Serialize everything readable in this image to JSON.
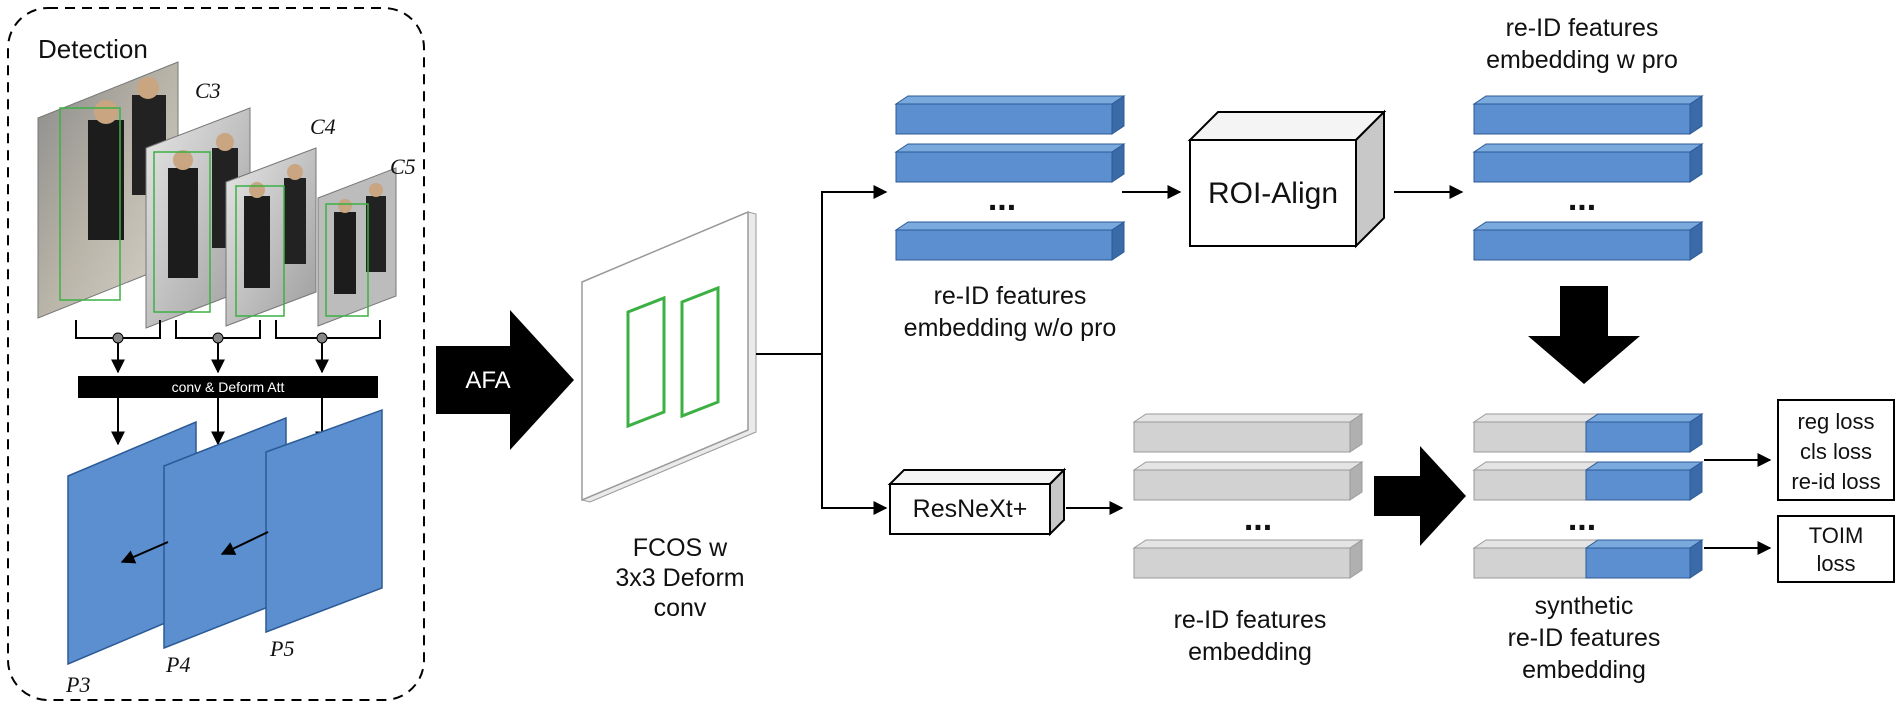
{
  "detection": {
    "title": "Detection",
    "scale_labels": [
      "C3",
      "C4",
      "C5"
    ],
    "conv_bar_label": "conv & Deform Att",
    "pyramid_labels": [
      "P3",
      "P4",
      "P5"
    ]
  },
  "afa": {
    "label": "AFA"
  },
  "fcos": {
    "lines": [
      "FCOS w",
      "3x3 Deform",
      "conv"
    ]
  },
  "reid_wo_pro": {
    "lines": [
      "re-ID features",
      "embedding w/o pro"
    ],
    "dots": "..."
  },
  "roi_align": {
    "label": "ROI-Align"
  },
  "reid_w_pro": {
    "lines": [
      "re-ID features",
      "embedding w pro"
    ],
    "dots": "..."
  },
  "resnext": {
    "label": "ResNeXt+"
  },
  "reid_plain": {
    "lines": [
      "re-ID features",
      "embedding"
    ],
    "dots": "..."
  },
  "synthetic": {
    "lines": [
      "synthetic",
      "re-ID features",
      "embedding"
    ],
    "dots": "..."
  },
  "loss_box_1": {
    "lines": [
      "reg loss",
      "cls loss",
      "re-id loss"
    ]
  },
  "loss_box_2": {
    "lines": [
      "TOIM",
      "loss"
    ]
  },
  "colors": {
    "blue_fill": "#5b8fcf",
    "blue_top": "#7aa9dd",
    "blue_side": "#3a6aa8",
    "gray_fill": "#d2d2d2",
    "gray_top": "#e4e4e4",
    "gray_side": "#b0b0b0",
    "green_box": "#3cb043",
    "black": "#000000"
  }
}
